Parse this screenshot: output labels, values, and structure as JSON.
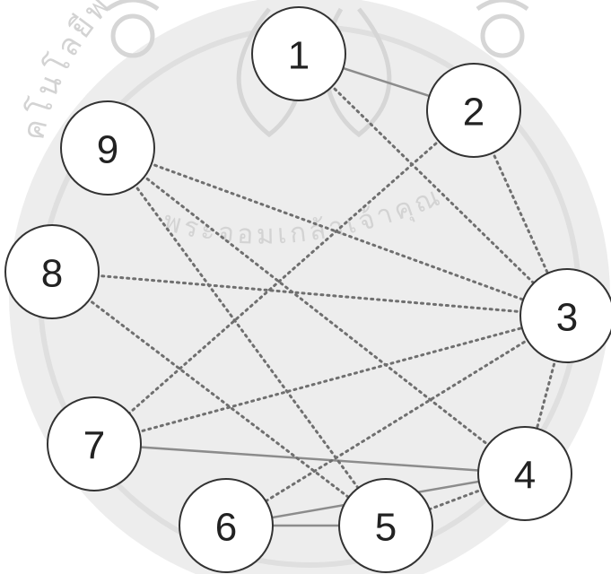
{
  "diagram": {
    "nodes": [
      {
        "id": "1",
        "label": "1"
      },
      {
        "id": "2",
        "label": "2"
      },
      {
        "id": "3",
        "label": "3"
      },
      {
        "id": "4",
        "label": "4"
      },
      {
        "id": "5",
        "label": "5"
      },
      {
        "id": "6",
        "label": "6"
      },
      {
        "id": "7",
        "label": "7"
      },
      {
        "id": "8",
        "label": "8"
      },
      {
        "id": "9",
        "label": "9"
      }
    ],
    "edges": [
      {
        "from": "1",
        "to": "2",
        "style": "solid"
      },
      {
        "from": "7",
        "to": "4",
        "style": "solid"
      },
      {
        "from": "6",
        "to": "4",
        "style": "solid"
      },
      {
        "from": "6",
        "to": "5",
        "style": "solid"
      },
      {
        "from": "1",
        "to": "3",
        "style": "dotted"
      },
      {
        "from": "2",
        "to": "3",
        "style": "dotted"
      },
      {
        "from": "2",
        "to": "7",
        "style": "dotted"
      },
      {
        "from": "9",
        "to": "3",
        "style": "dotted"
      },
      {
        "from": "9",
        "to": "4",
        "style": "dotted"
      },
      {
        "from": "9",
        "to": "5",
        "style": "dotted"
      },
      {
        "from": "8",
        "to": "3",
        "style": "dotted"
      },
      {
        "from": "8",
        "to": "5",
        "style": "dotted"
      },
      {
        "from": "7",
        "to": "3",
        "style": "dotted"
      },
      {
        "from": "3",
        "to": "4",
        "style": "dotted"
      },
      {
        "from": "3",
        "to": "6",
        "style": "dotted"
      },
      {
        "from": "4",
        "to": "5",
        "style": "dotted"
      }
    ]
  },
  "watermark": {
    "arc_text": "คโนโลยีพระจอมเกล้าเจ้าคุณทหาร",
    "inner_text": "พระจอมเกล้าเจ้าคุณ"
  }
}
